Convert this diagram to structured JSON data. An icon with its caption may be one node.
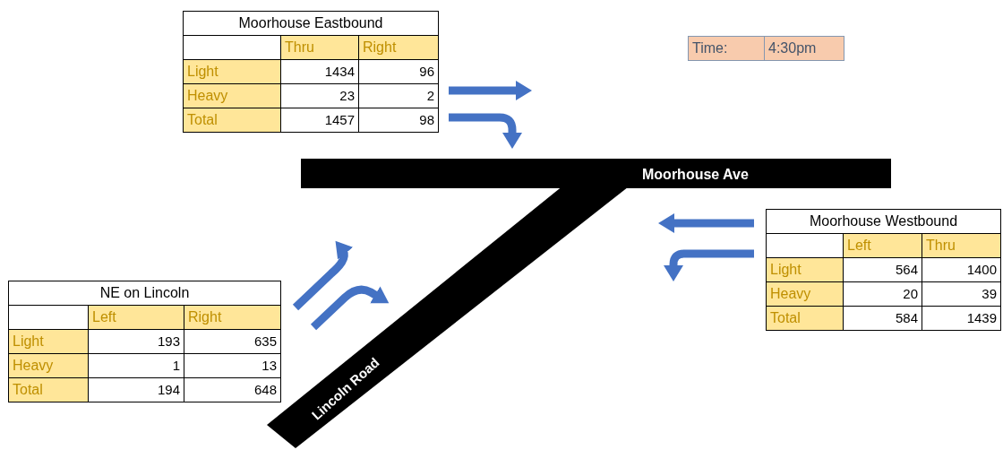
{
  "diagram": {
    "labels": [
      "Moorhouse Eastbound",
      "Thru",
      "Right",
      "Light",
      "1434",
      "96",
      "Heavy",
      "23",
      "2",
      "Total",
      "1457",
      "98",
      "Time:",
      "4:30pm",
      "Moorhouse Ave",
      "Moorhouse Westbound",
      "Left",
      "Thru",
      "Light",
      "564",
      "1400",
      "Heavy",
      "20",
      "39",
      "Total",
      "584",
      "1439",
      "NE on Lincoln",
      "Left",
      "Right",
      "Light",
      "193",
      "635",
      "Heavy",
      "1",
      "13",
      "Total",
      "194",
      "648",
      "Lincoln Road"
    ]
  }
}
